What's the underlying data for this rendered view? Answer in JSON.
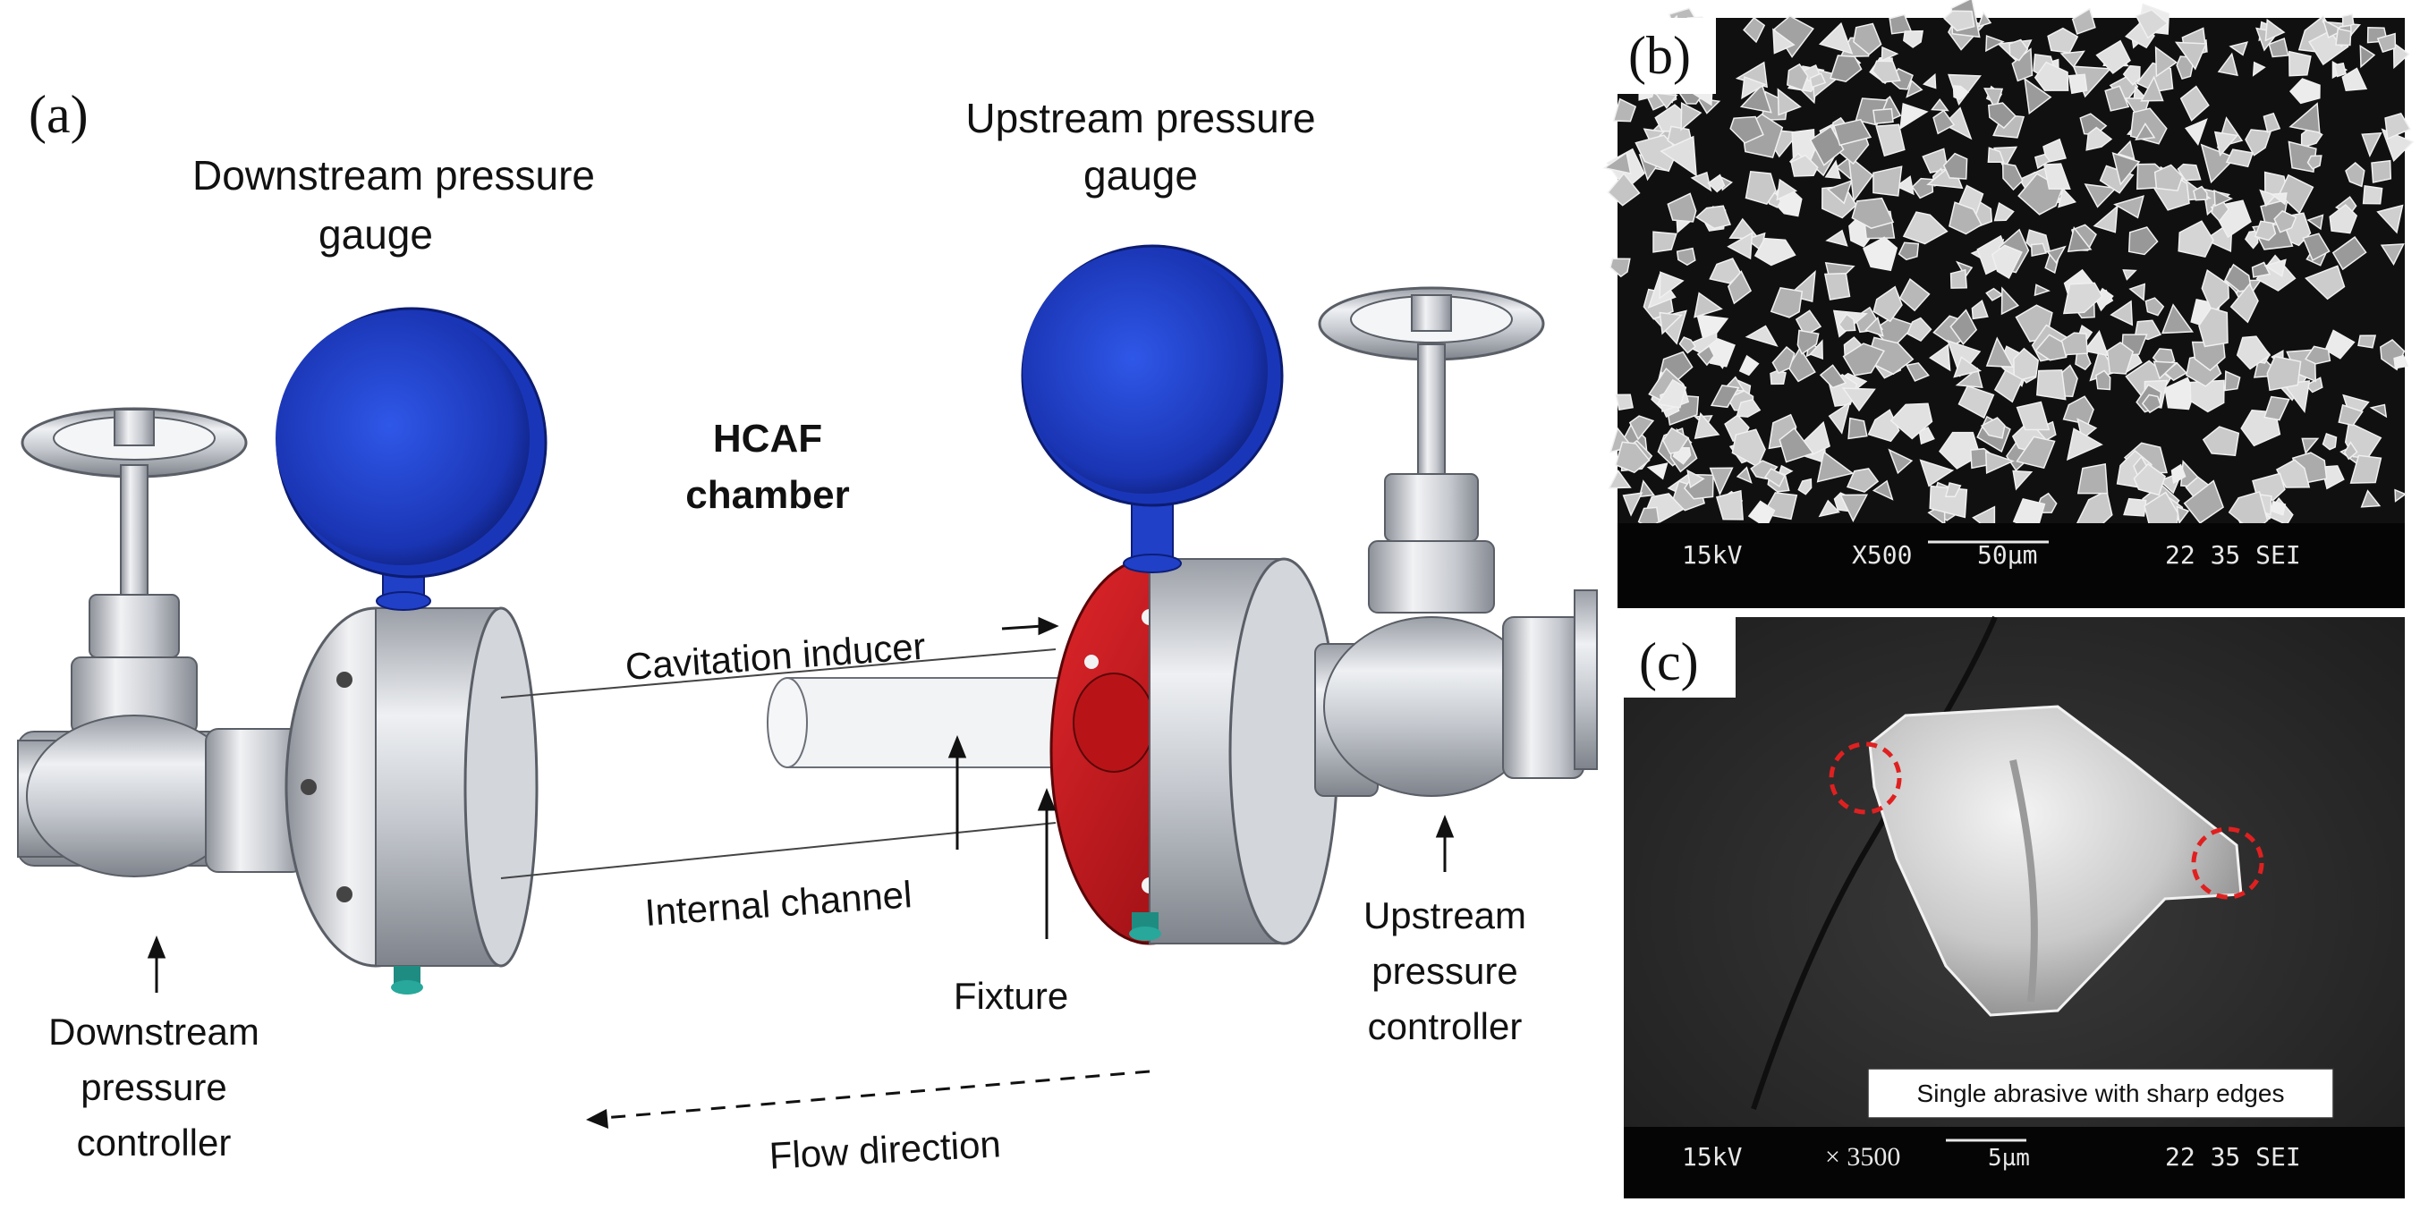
{
  "panel_a": {
    "letter": "(a)",
    "labels": {
      "downstream_gauge_line1": "Downstream pressure",
      "downstream_gauge_line2": "gauge",
      "upstream_gauge_line1": "Upstream pressure",
      "upstream_gauge_line2": "gauge",
      "chamber_line1": "HCAF",
      "chamber_line2": "chamber",
      "cavitation_inducer": "Cavitation inducer",
      "internal_channel": "Internal channel",
      "fixture": "Fixture",
      "downstream_controller_line1": "Downstream",
      "downstream_controller_line2": "pressure",
      "downstream_controller_line3": "controller",
      "upstream_controller_line1": "Upstream",
      "upstream_controller_line2": "pressure",
      "upstream_controller_line3": "controller",
      "flow_direction": "Flow direction"
    }
  },
  "panel_b": {
    "letter": "(b)",
    "sem_info": {
      "voltage": "15kV",
      "magnification": "X500",
      "scale": "50µm",
      "code": "22 35 SEI"
    }
  },
  "panel_c": {
    "letter": "(c)",
    "caption": "Single abrasive with sharp edges",
    "sem_info": {
      "voltage": "15kV",
      "magnification": "× 3500",
      "scale": "5µm",
      "code": "22 35 SEI"
    }
  },
  "colors": {
    "gauge_blue": "#1f3fc4",
    "fixture_red": "#c2161b",
    "metal": "#c9ccd2",
    "sem_dark": "#141414",
    "highlight_circle": "#e02020"
  }
}
